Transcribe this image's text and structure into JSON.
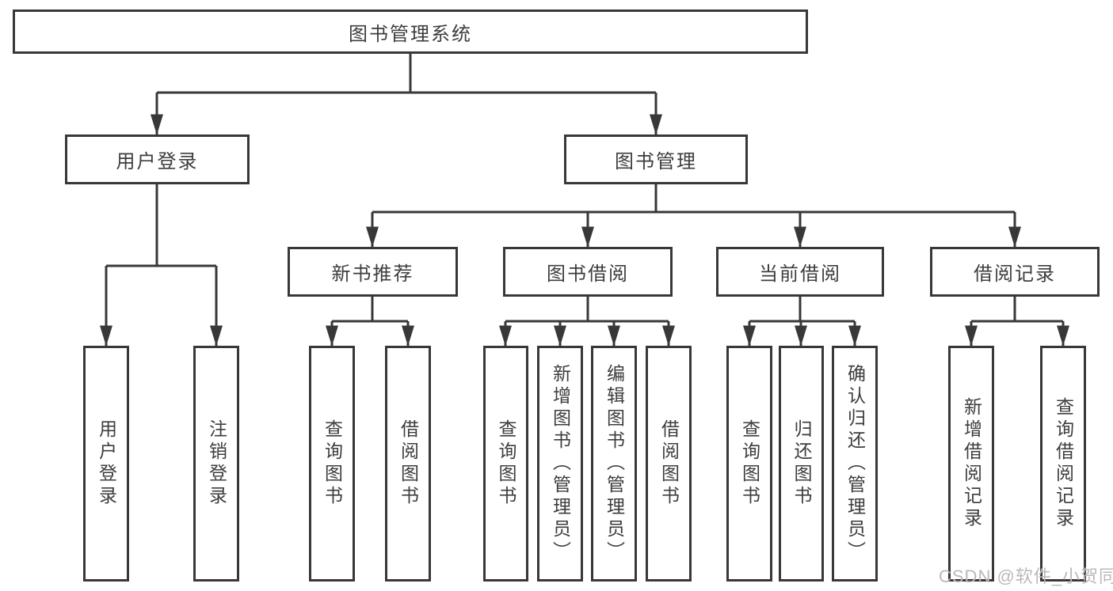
{
  "tree": {
    "root": {
      "label": "图书管理系统"
    },
    "branches": [
      {
        "label": "用户登录",
        "children": [
          {
            "label": "用户登录"
          },
          {
            "label": "注销登录"
          }
        ]
      },
      {
        "label": "图书管理",
        "children": [
          {
            "label": "新书推荐",
            "children": [
              {
                "label": "查询图书"
              },
              {
                "label": "借阅图书"
              }
            ]
          },
          {
            "label": "图书借阅",
            "children": [
              {
                "label": "查询图书"
              },
              {
                "label": "新增图书（管理员）"
              },
              {
                "label": "编辑图书（管理员）"
              },
              {
                "label": "借阅图书"
              }
            ]
          },
          {
            "label": "当前借阅",
            "children": [
              {
                "label": "查询图书"
              },
              {
                "label": "归还图书"
              },
              {
                "label": "确认归还（管理员）"
              }
            ]
          },
          {
            "label": "借阅记录",
            "children": [
              {
                "label": "新增借阅记录"
              },
              {
                "label": "查询借阅记录"
              }
            ]
          }
        ]
      }
    ]
  },
  "watermark": "CSDN @软件_小贺同学",
  "colors": {
    "line": "#383838",
    "text": "#3d3d3d",
    "watermark": "#b9b9b9",
    "background": "#ffffff"
  }
}
